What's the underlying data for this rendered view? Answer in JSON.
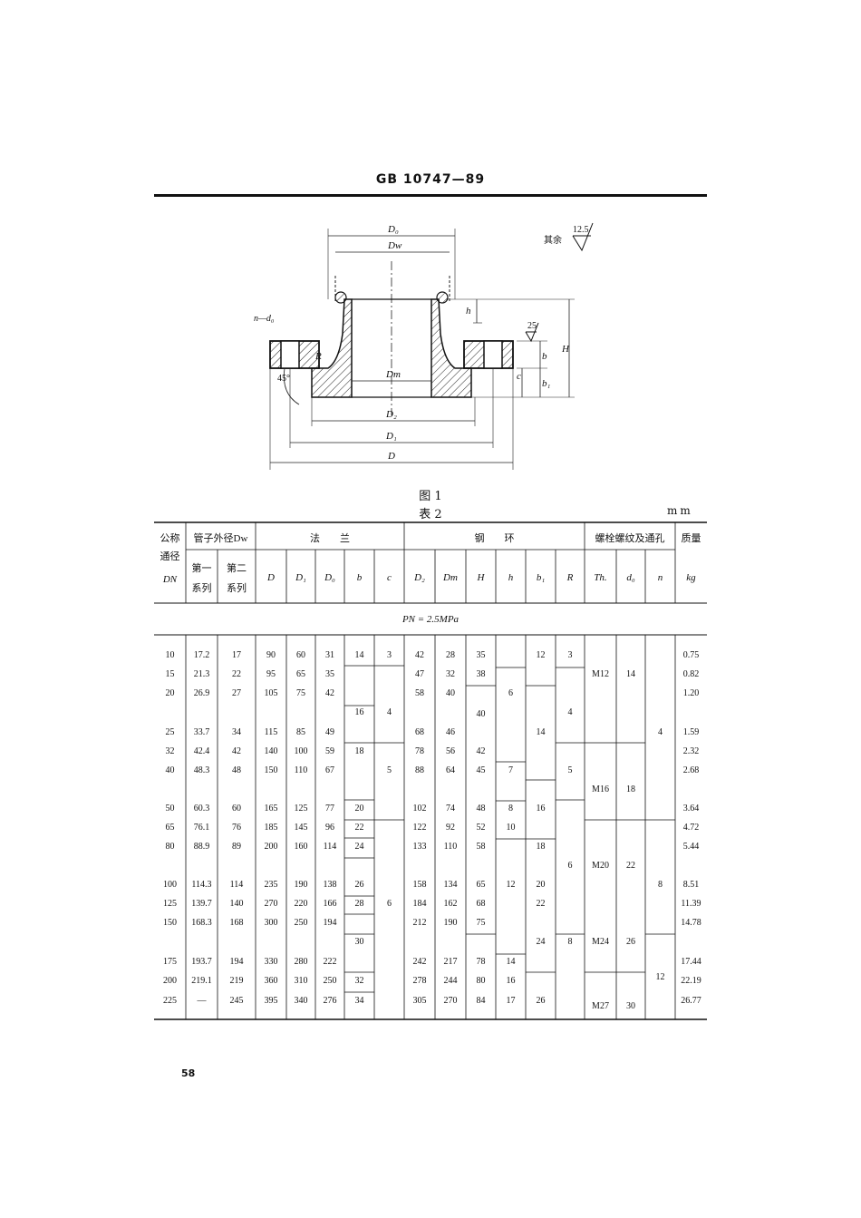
{
  "header": {
    "title": "GB 10747—89"
  },
  "figure": {
    "caption": "图 1",
    "roughness_note": "其余",
    "roughness_general": "12.5",
    "roughness_face": "25",
    "dims": {
      "D0": "D₀",
      "Dw": "Dw",
      "Dm": "Dm",
      "D2": "D₂",
      "D1": "D₁",
      "D": "D",
      "h": "h",
      "H": "H",
      "b": "b",
      "b1": "b₁",
      "c": "c",
      "R": "R",
      "angle": "45°",
      "n_d0": "n—d₀"
    }
  },
  "table": {
    "caption": "表 2",
    "unit": "mm",
    "header": {
      "nominal": [
        "公称",
        "通径"
      ],
      "nominal_sym": "DN",
      "pipe_od": "管子外径Dw",
      "series1": [
        "第一",
        "系列"
      ],
      "series2": [
        "第二",
        "系列"
      ],
      "flange": "法　　兰",
      "ring": "钢　　环",
      "bolt": "螺栓螺纹及通孔",
      "mass": "质量",
      "D": "D",
      "D1": "D₁",
      "D0": "D₀",
      "b": "b",
      "c": "c",
      "D2": "D₂",
      "Dm": "Dm",
      "H": "H",
      "h": "h",
      "b1": "b₁",
      "R": "R",
      "Th": "Th.",
      "d0": "d₀",
      "n": "n",
      "kg": "kg"
    },
    "pressure": "PN = 2.5MPa",
    "rows": [
      {
        "DN": "10",
        "s1": "17.2",
        "s2": "17",
        "D": "90",
        "D1": "60",
        "D0": "31",
        "D2": "42",
        "Dm": "28",
        "H": "35",
        "kg": "0.75"
      },
      {
        "DN": "15",
        "s1": "21.3",
        "s2": "22",
        "D": "95",
        "D1": "65",
        "D0": "35",
        "D2": "47",
        "Dm": "32",
        "H": "38",
        "kg": "0.82"
      },
      {
        "DN": "20",
        "s1": "26.9",
        "s2": "27",
        "D": "105",
        "D1": "75",
        "D0": "42",
        "D2": "58",
        "Dm": "40",
        "H": "",
        "kg": "1.20"
      },
      {
        "DN": "25",
        "s1": "33.7",
        "s2": "34",
        "D": "115",
        "D1": "85",
        "D0": "49",
        "D2": "68",
        "Dm": "46",
        "H": "",
        "kg": "1.59"
      },
      {
        "DN": "32",
        "s1": "42.4",
        "s2": "42",
        "D": "140",
        "D1": "100",
        "D0": "59",
        "D2": "78",
        "Dm": "56",
        "H": "42",
        "kg": "2.32"
      },
      {
        "DN": "40",
        "s1": "48.3",
        "s2": "48",
        "D": "150",
        "D1": "110",
        "D0": "67",
        "D2": "88",
        "Dm": "64",
        "H": "45",
        "kg": "2.68"
      },
      {
        "DN": "50",
        "s1": "60.3",
        "s2": "60",
        "D": "165",
        "D1": "125",
        "D0": "77",
        "D2": "102",
        "Dm": "74",
        "H": "48",
        "kg": "3.64"
      },
      {
        "DN": "65",
        "s1": "76.1",
        "s2": "76",
        "D": "185",
        "D1": "145",
        "D0": "96",
        "D2": "122",
        "Dm": "92",
        "H": "52",
        "kg": "4.72"
      },
      {
        "DN": "80",
        "s1": "88.9",
        "s2": "89",
        "D": "200",
        "D1": "160",
        "D0": "114",
        "D2": "133",
        "Dm": "110",
        "H": "58",
        "kg": "5.44"
      },
      {
        "DN": "100",
        "s1": "114.3",
        "s2": "114",
        "D": "235",
        "D1": "190",
        "D0": "138",
        "D2": "158",
        "Dm": "134",
        "H": "65",
        "kg": "8.51"
      },
      {
        "DN": "125",
        "s1": "139.7",
        "s2": "140",
        "D": "270",
        "D1": "220",
        "D0": "166",
        "D2": "184",
        "Dm": "162",
        "H": "68",
        "kg": "11.39"
      },
      {
        "DN": "150",
        "s1": "168.3",
        "s2": "168",
        "D": "300",
        "D1": "250",
        "D0": "194",
        "D2": "212",
        "Dm": "190",
        "H": "75",
        "kg": "14.78"
      },
      {
        "DN": "175",
        "s1": "193.7",
        "s2": "194",
        "D": "330",
        "D1": "280",
        "D0": "222",
        "D2": "242",
        "Dm": "217",
        "H": "78",
        "kg": "17.44"
      },
      {
        "DN": "200",
        "s1": "219.1",
        "s2": "219",
        "D": "360",
        "D1": "310",
        "D0": "250",
        "D2": "278",
        "Dm": "244",
        "H": "80",
        "kg": "22.19"
      },
      {
        "DN": "225",
        "s1": "—",
        "s2": "245",
        "D": "395",
        "D1": "340",
        "D0": "276",
        "D2": "305",
        "Dm": "270",
        "H": "84",
        "kg": "26.77"
      }
    ],
    "merged": {
      "b": [
        "14",
        "16",
        "18",
        "20",
        "22",
        "24",
        "26",
        "28",
        "30",
        "32",
        "34"
      ],
      "c": [
        "3",
        "4",
        "5",
        "6"
      ],
      "H_extra": "40",
      "h": [
        "6",
        "7",
        "8",
        "10",
        "12",
        "14",
        "16",
        "17"
      ],
      "b1": [
        "12",
        "14",
        "16",
        "18",
        "20",
        "22",
        "24",
        "26"
      ],
      "R": [
        "3",
        "4",
        "5",
        "6",
        "8"
      ],
      "Th": [
        "M12",
        "M16",
        "M20",
        "M24",
        "M27"
      ],
      "d0": [
        "14",
        "18",
        "22",
        "26",
        "30"
      ],
      "n": [
        "4",
        "8",
        "12"
      ]
    }
  },
  "page_number": "58"
}
